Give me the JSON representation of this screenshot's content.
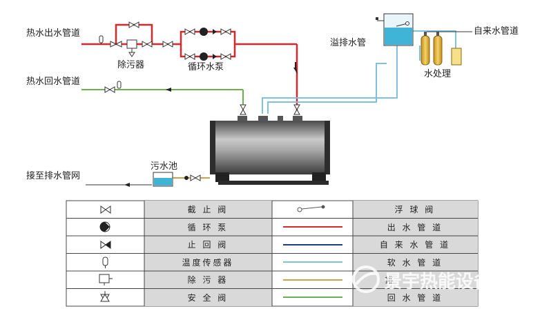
{
  "labels": {
    "hot_water_out": "热水出水管道",
    "hot_water_return": "热水回水管道",
    "drain_network": "接至排水管网",
    "sewage_pool": "污水池",
    "dirt_remover": "除污器",
    "circulation_pump": "循环水泵",
    "overflow_pipe": "溢排水管",
    "tap_water_pipe": "自来水管道",
    "water_treatment": "水处理"
  },
  "legend": {
    "left": [
      {
        "icon": "gate-valve-icon",
        "text": "截 止 阀"
      },
      {
        "icon": "circulation-pump-icon",
        "text": "循 环 泵"
      },
      {
        "icon": "check-valve-icon",
        "text": "止 回 阀"
      },
      {
        "icon": "temperature-sensor-icon",
        "text": "温度传感器"
      },
      {
        "icon": "dirt-remover-icon",
        "text": "除 污 器"
      },
      {
        "icon": "safety-valve-icon",
        "text": "安 全 阀"
      }
    ],
    "right": [
      {
        "line": "float-valve",
        "text": "浮 球 阀",
        "color": "#555555"
      },
      {
        "line": "solid",
        "text": "出 水 管 道",
        "color": "#d8262b"
      },
      {
        "line": "solid",
        "text": "自 来 水 管 道",
        "color": "#1f3f7a"
      },
      {
        "line": "solid",
        "text": "软 水 管 道",
        "color": "#7fc1e0"
      },
      {
        "line": "solid",
        "text": "排",
        "color": "#c9a24b"
      },
      {
        "line": "solid",
        "text": "回 水 管 道",
        "color": "#6ab04c"
      }
    ]
  },
  "colors": {
    "out_pipe": "#d8262b",
    "return_pipe": "#6ab04c",
    "soft_pipe": "#7fc1e0",
    "tap_pipe": "#1f3f7a",
    "drain_pipe": "#c9a24b"
  },
  "watermark": {
    "text": "景宇热能设备",
    "icon": "brand-logo-icon"
  }
}
